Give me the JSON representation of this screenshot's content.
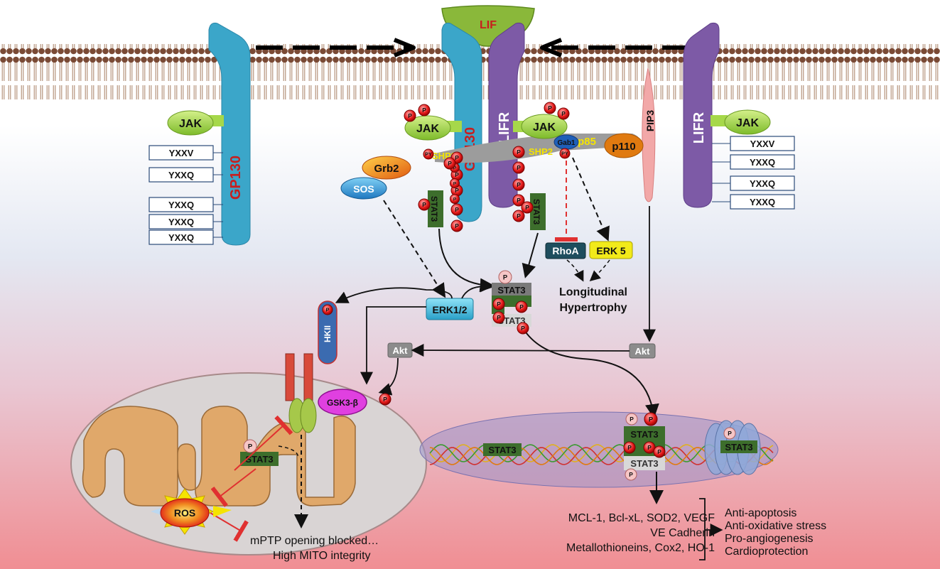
{
  "ligand": "LIF",
  "receptors": {
    "gp130": "GP130",
    "lifr": "LIFR",
    "pip3": "PIP3"
  },
  "kinases": {
    "jak": "JAK",
    "shp2": "SHP2",
    "gab1": "Gab1",
    "p85": "p85",
    "p110": "p110",
    "grb2": "Grb2",
    "sos": "SOS",
    "erk12": "ERK1/2",
    "erk5": "ERK 5",
    "rhoa": "RhoA",
    "akt": "Akt",
    "hkii": "HKII",
    "gsk3b": "GSK3-β",
    "stat3": "STAT3",
    "ros": "ROS"
  },
  "markers": {
    "p": "P",
    "py": "PY"
  },
  "motifs": {
    "left": [
      "YXXV",
      "YXXQ",
      "YXXQ",
      "YXXQ",
      "YXXQ"
    ],
    "right": [
      "YXXV",
      "YXXQ",
      "YXXQ",
      "YXXQ"
    ]
  },
  "outcomes": {
    "hypertrophy": [
      "Longitudinal",
      "Hypertrophy"
    ],
    "mito": [
      "mPTP opening blocked…",
      "High MITO integrity"
    ],
    "genes": [
      "MCL-1, Bcl-xL, SOD2, VEGF",
      "VE Cadherin",
      "Metallothioneins, Cox2, HO-1"
    ],
    "effects": [
      "Anti-apoptosis",
      "Anti-oxidative stress",
      "Pro-angiogenesis",
      "Cardioprotection"
    ]
  },
  "colors": {
    "gp130": "#3ba6c9",
    "lifr": "#7d5aa6",
    "jak": "#a6d84a",
    "lif": "#8ab83a",
    "p_marker": "#e51a1a",
    "stat3": "#3d6e2c",
    "arrow_red": "#e03030"
  }
}
